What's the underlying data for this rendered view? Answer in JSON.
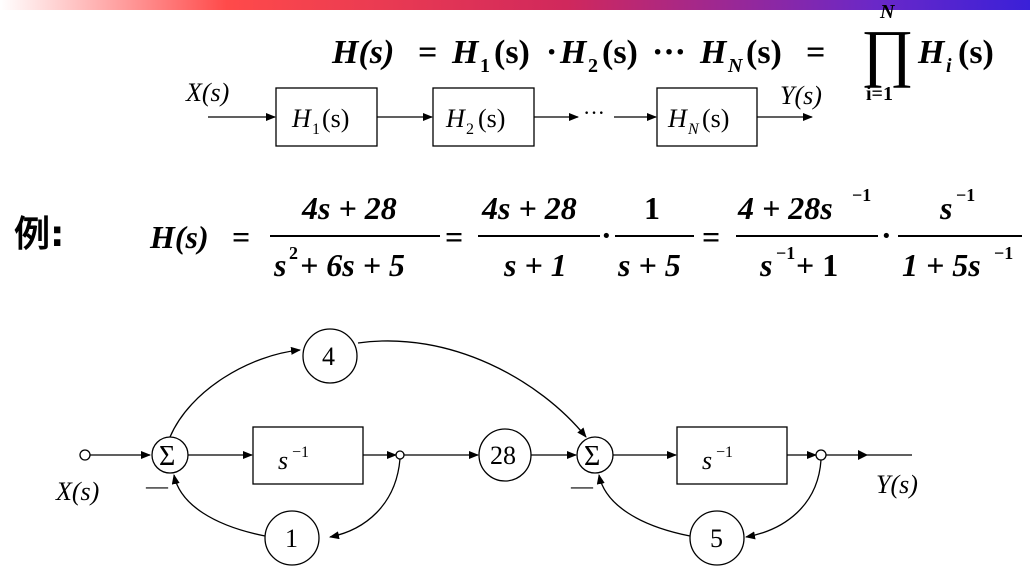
{
  "formula": {
    "lhs": "H(s)",
    "h1": "H",
    "h1_sub": "1",
    "arg": "(s)",
    "h2": "H",
    "h2_sub": "2",
    "dots": "···",
    "hn": "H",
    "hn_sub": "N",
    "eq": "=",
    "dot": "·",
    "prod_symbol": "∏",
    "prod_top": "N",
    "prod_bottom": "i=1",
    "hi": "H",
    "hi_sub": "i"
  },
  "cascade": {
    "input": "X(s)",
    "output": "Y(s)",
    "block1": {
      "base": "H",
      "sub": "1",
      "arg": "(s)"
    },
    "block2": {
      "base": "H",
      "sub": "2",
      "arg": "(s)"
    },
    "blockN": {
      "base": "H",
      "sub": "N",
      "arg": "(s)"
    },
    "dots": "···"
  },
  "example": {
    "label": "例:",
    "lhs": "H(s)",
    "f1_num": "4s + 28",
    "f1_den_a": "s",
    "f1_den_exp": "2",
    "f1_den_b": " + 6s + 5",
    "f2_num": "4s + 28",
    "f2_den": "s + 1",
    "f3_num": "1",
    "f3_den": "s + 5",
    "f4_num_a": "4 + 28s",
    "f4_num_exp": "−1",
    "f4_den_a": "s",
    "f4_den_exp": "−1",
    "f4_den_b": " + 1",
    "f5_num_a": "s",
    "f5_num_exp": "−1",
    "f5_den_a": "1 + 5s",
    "f5_den_exp": "−1",
    "eq": "=",
    "dot": "·"
  },
  "signal_flow": {
    "input": "X(s)",
    "output": "Y(s)",
    "sum_symbol": "Σ",
    "minus": "—",
    "gain_top": "4",
    "gain_mid": "28",
    "gain_fb1": "1",
    "gain_fb2": "5",
    "delay1": {
      "base": "s",
      "exp": "−1"
    },
    "delay2": {
      "base": "s",
      "exp": "−1"
    }
  }
}
